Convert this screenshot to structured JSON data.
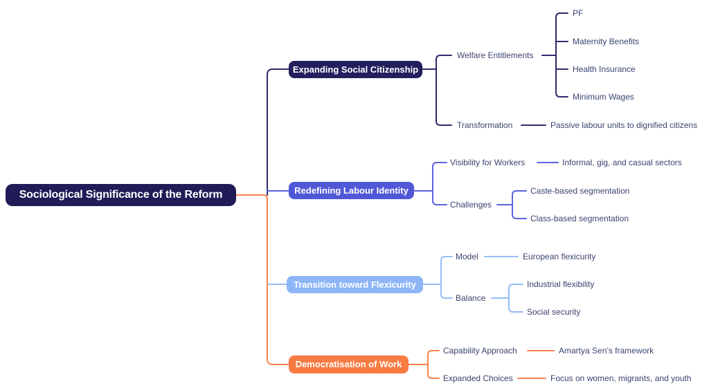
{
  "mindmap": {
    "root": {
      "label": "Sociological Significance of the Reform",
      "color": "#1f1c57"
    },
    "branches": [
      {
        "label": "Expanding Social Citizenship",
        "color": "#221f5e",
        "line_color": "#2e2a6b",
        "children": [
          {
            "label": "Welfare Entitlements",
            "children": [
              {
                "label": "PF"
              },
              {
                "label": "Maternity Benefits"
              },
              {
                "label": "Health Insurance"
              },
              {
                "label": "Minimum Wages"
              }
            ]
          },
          {
            "label": "Transformation",
            "children": [
              {
                "label": "Passive labour units to dignified citizens"
              }
            ]
          }
        ]
      },
      {
        "label": "Redefining Labour Identity",
        "color": "#5058d8",
        "line_color": "#5a62dd",
        "children": [
          {
            "label": "Visibility for Workers",
            "children": [
              {
                "label": "Informal, gig, and casual sectors"
              }
            ]
          },
          {
            "label": "Challenges",
            "children": [
              {
                "label": "Caste-based segmentation"
              },
              {
                "label": "Class-based segmentation"
              }
            ]
          }
        ]
      },
      {
        "label": "Transition toward Flexicurity",
        "color": "#8db6f7",
        "line_color": "#97bbf8",
        "children": [
          {
            "label": "Model",
            "children": [
              {
                "label": "European flexicurity"
              }
            ]
          },
          {
            "label": "Balance",
            "children": [
              {
                "label": "Industrial flexibility"
              },
              {
                "label": "Social security"
              }
            ]
          }
        ]
      },
      {
        "label": "Democratisation of Work",
        "color": "#f87c42",
        "line_color": "#f8834b",
        "children": [
          {
            "label": "Capability Approach",
            "children": [
              {
                "label": "Amartya Sen’s framework"
              }
            ]
          },
          {
            "label": "Expanded Choices",
            "children": [
              {
                "label": "Focus on women, migrants, and youth"
              }
            ]
          }
        ]
      }
    ],
    "palette": {
      "background": "#ffffff",
      "navy": "#221f5e",
      "indigo": "#5058d8",
      "light_blue": "#8db6f7",
      "orange": "#f87c42",
      "leaf_text": "#3a4370",
      "node_text": "#ffffff"
    }
  }
}
